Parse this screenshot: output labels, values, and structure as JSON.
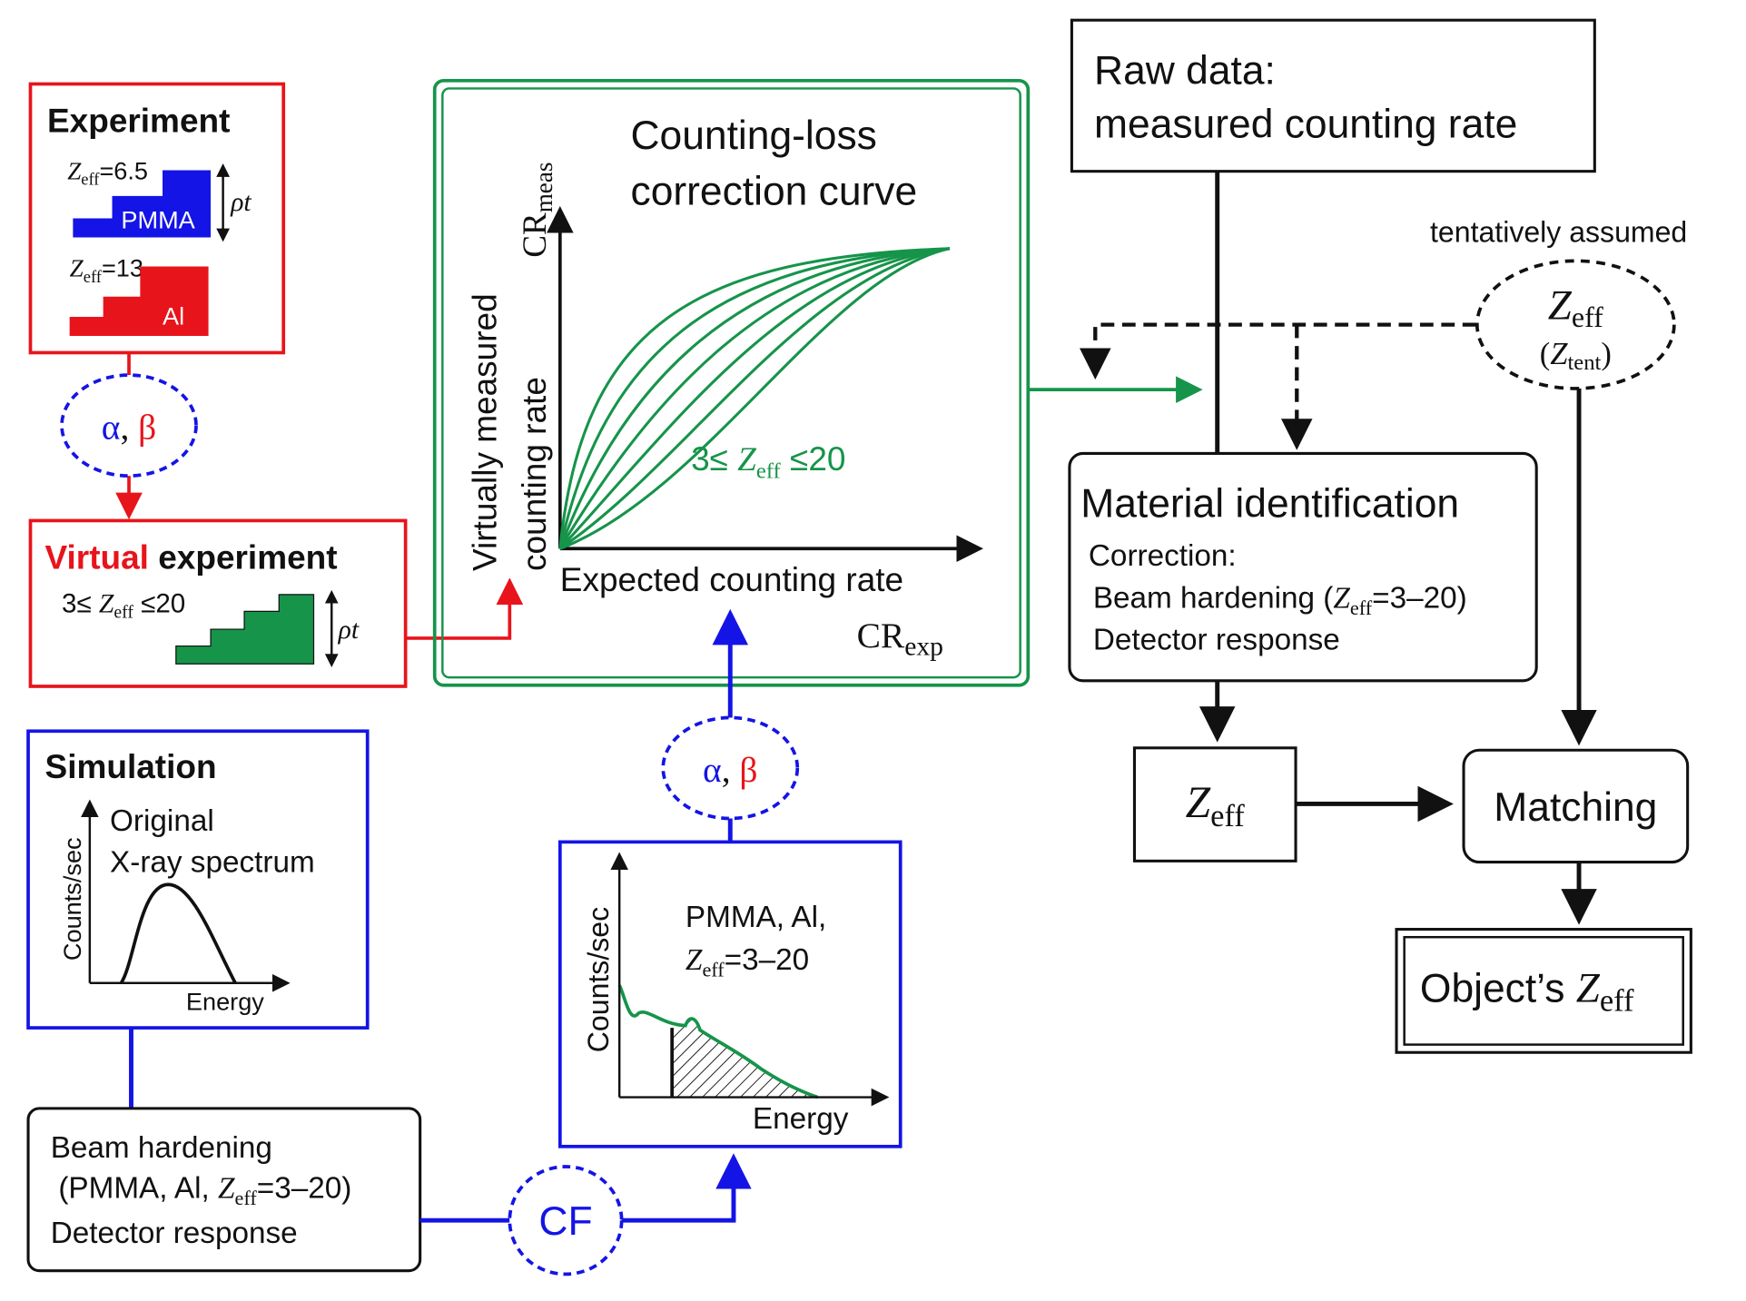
{
  "colors": {
    "red": "#e8141b",
    "blue": "#1414e6",
    "green": "#16944a",
    "black": "#111111"
  },
  "experiment": {
    "title": "Experiment",
    "pmma_z": "=6.5",
    "pmma_label": "PMMA",
    "al_z": "=13",
    "al_label": "Al",
    "rho_t": "ρt"
  },
  "alpha_beta_top": {
    "alpha": "α",
    "comma": ", ",
    "beta": "β"
  },
  "virtual": {
    "title_red": "Virtual",
    "title_black": " experiment",
    "range_pre": "3≤ ",
    "range_post": " ≤20",
    "rho_t": "ρt"
  },
  "z_sym": {
    "Z": "Z",
    "eff": "eff",
    "tent": "tent"
  },
  "curve_box": {
    "title_line1": "Counting-loss",
    "title_line2": "correction curve",
    "ylabel_line1": "Virtually measured",
    "ylabel_line2": "counting rate",
    "y_symbol": "CR",
    "y_sub": "meas",
    "xlabel": "Expected counting rate",
    "x_symbol": "CR",
    "x_sub": "exp",
    "range_pre": "3≤ ",
    "range_post": " ≤20"
  },
  "raw_data": {
    "line1": "Raw data:",
    "line2": "measured counting rate"
  },
  "tentative": {
    "label": "tentatively assumed"
  },
  "material": {
    "title": "Material identification",
    "correction": "Correction:",
    "beam_pre": "Beam hardening (",
    "beam_post": "=3–20)",
    "detector": "Detector response"
  },
  "matching": {
    "label": "Matching"
  },
  "object": {
    "label": "Object’s "
  },
  "simulation": {
    "title": "Simulation",
    "line1": "Original",
    "line2": "X-ray spectrum",
    "ylabel": "Counts/sec",
    "xlabel": "Energy"
  },
  "beam_box": {
    "line1": "Beam hardening",
    "line2_pre": "(PMMA, Al, ",
    "line2_post": "=3–20)",
    "line3": "Detector response"
  },
  "cf": {
    "label": "CF"
  },
  "spectrum_box": {
    "line1": "PMMA, Al,",
    "line2_post": "=3–20",
    "ylabel": "Counts/sec",
    "xlabel": "Energy"
  },
  "alpha_beta_bottom": {
    "alpha": "α",
    "comma": ", ",
    "beta": "β"
  }
}
